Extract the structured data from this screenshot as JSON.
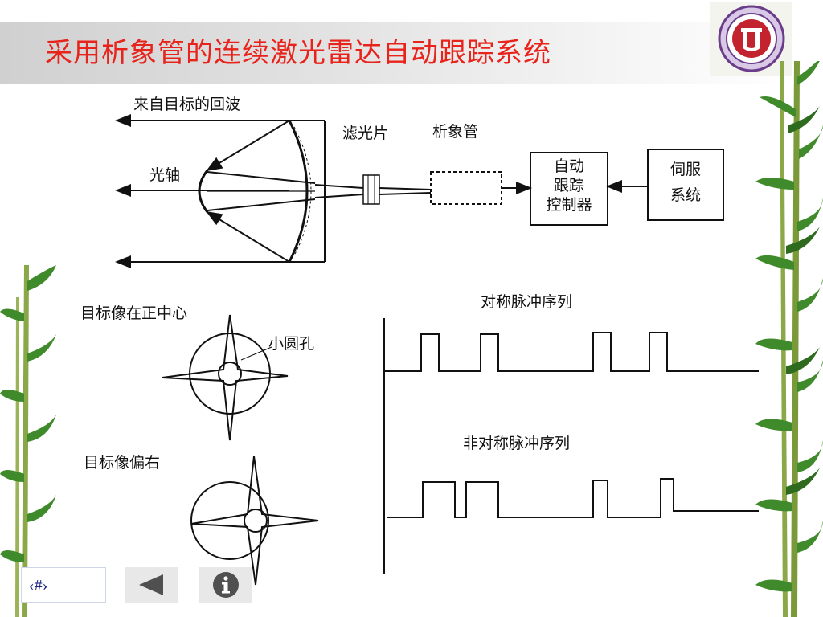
{
  "slide": {
    "title": "采用析象管的连续激光雷达自动跟踪系统",
    "slide_number": "‹#›"
  },
  "diagram": {
    "top": {
      "echo_label": "来自目标的回波",
      "axis_label": "光轴",
      "filter_label": "滤光片",
      "tube_label": "析象管",
      "tracker_box": [
        "自动",
        "跟踪",
        "控制器"
      ],
      "servo_box": [
        "伺服",
        "系统"
      ]
    },
    "left": {
      "centered_label": "目标像在正中心",
      "aperture_label": "小圆孔",
      "offset_label": "目标像偏右"
    },
    "right": {
      "symmetric_label": "对称脉冲序列",
      "asymmetric_label": "非对称脉冲序列"
    }
  },
  "icons": {
    "logo": "university-seal-icon",
    "prev": "triangle-left-icon",
    "info": "info-icon"
  },
  "colors": {
    "title": "#e8231b",
    "logo_ring": "#6a3d8a",
    "logo_red": "#c3232f"
  }
}
